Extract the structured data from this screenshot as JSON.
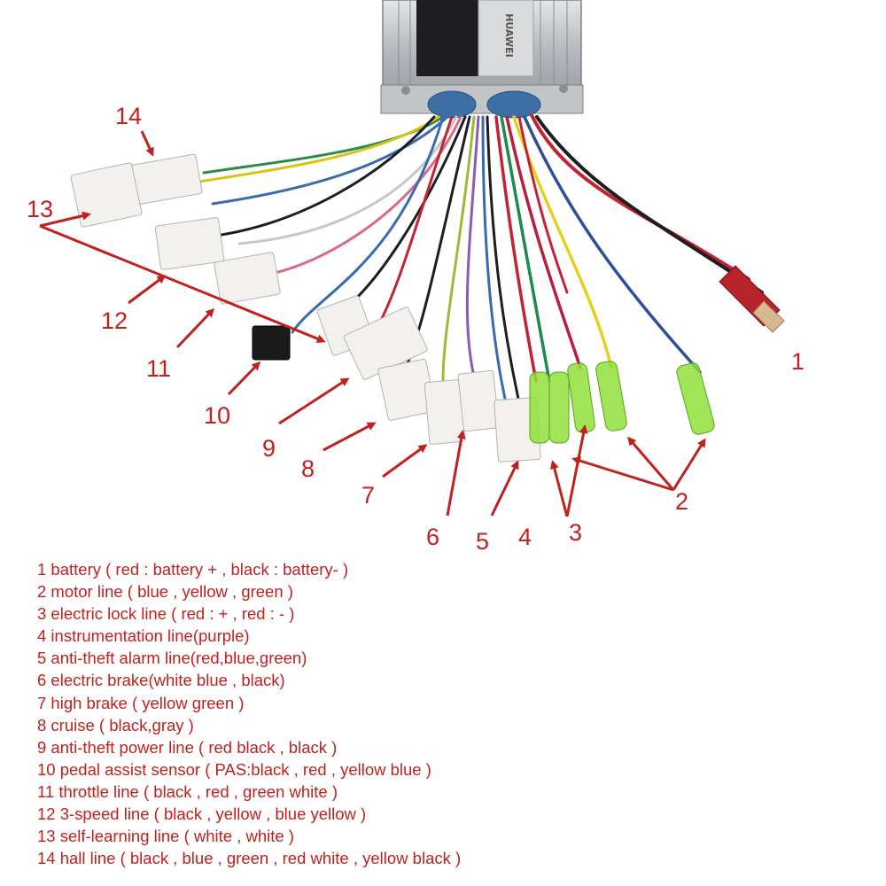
{
  "controller": {
    "brand_text": "HUAWEI"
  },
  "callout_numbers": [
    "1",
    "2",
    "3",
    "4",
    "5",
    "6",
    "7",
    "8",
    "9",
    "10",
    "11",
    "12",
    "13",
    "14"
  ],
  "legend": [
    "1 battery ( red : battery + , black : battery- )",
    "2 motor line ( blue , yellow , green )",
    "3 electric lock line ( red : + , red : - )",
    "4 instrumentation line(purple)",
    "5 anti-theft alarm line(red,blue,green)",
    "6 electric brake(white blue , black)",
    "7 high brake ( yellow green )",
    "8 cruise ( black,gray )",
    "9 anti-theft power line ( red black , black )",
    "10 pedal assist sensor  ( PAS:black ,  red , yellow blue )",
    "11 throttle line ( black , red , green white )",
    "12 3-speed line ( black , yellow , blue yellow )",
    "13 self-learning line ( white , white )",
    "14 hall line ( black , blue , green , red white , yellow black )"
  ],
  "colors": {
    "annotation_red": "#c0211f",
    "housing_silver": "#c9cbce",
    "grommet_blue": "#3b6fa6",
    "connector_white": "#f2f1ee",
    "terminal_green": "#8fe03a"
  }
}
